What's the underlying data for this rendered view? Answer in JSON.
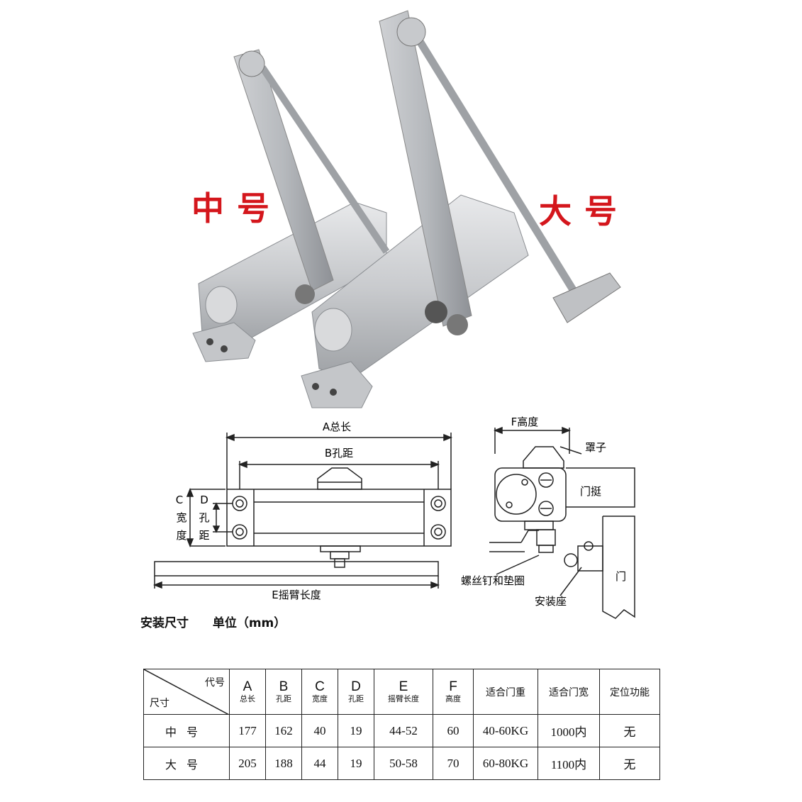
{
  "product": {
    "label_medium": "中号",
    "label_large": "大号"
  },
  "drawing": {
    "a_total": "A总长",
    "b_hole": "B孔距",
    "c_width": [
      "C",
      "宽",
      "度"
    ],
    "d_hole": [
      "D",
      "孔",
      "距"
    ],
    "e_arm": "E摇臂长度",
    "f_height": "F高度",
    "cover": "罩子",
    "hinge": "门挺",
    "screw_washer": "螺丝钉和垫圈",
    "mount_seat": "安装座",
    "door": "门"
  },
  "caption": {
    "title": "安装尺寸",
    "unit": "单位（mm）"
  },
  "table": {
    "corner_top": "代号",
    "corner_bottom": "尺寸",
    "headers": [
      {
        "code": "A",
        "name": "总长"
      },
      {
        "code": "B",
        "name": "孔距"
      },
      {
        "code": "C",
        "name": "宽度"
      },
      {
        "code": "D",
        "name": "孔距"
      },
      {
        "code": "E",
        "name": "摇臂长度"
      },
      {
        "code": "F",
        "name": "高度"
      }
    ],
    "extra_headers": [
      "适合门重",
      "适合门宽",
      "定位功能"
    ],
    "rows": [
      {
        "name": "中号",
        "values": [
          "177",
          "162",
          "40",
          "19",
          "44-52",
          "60",
          "40-60KG",
          "1000内",
          "无"
        ]
      },
      {
        "name": "大号",
        "values": [
          "205",
          "188",
          "44",
          "19",
          "50-58",
          "70",
          "60-80KG",
          "1100内",
          "无"
        ]
      }
    ]
  }
}
